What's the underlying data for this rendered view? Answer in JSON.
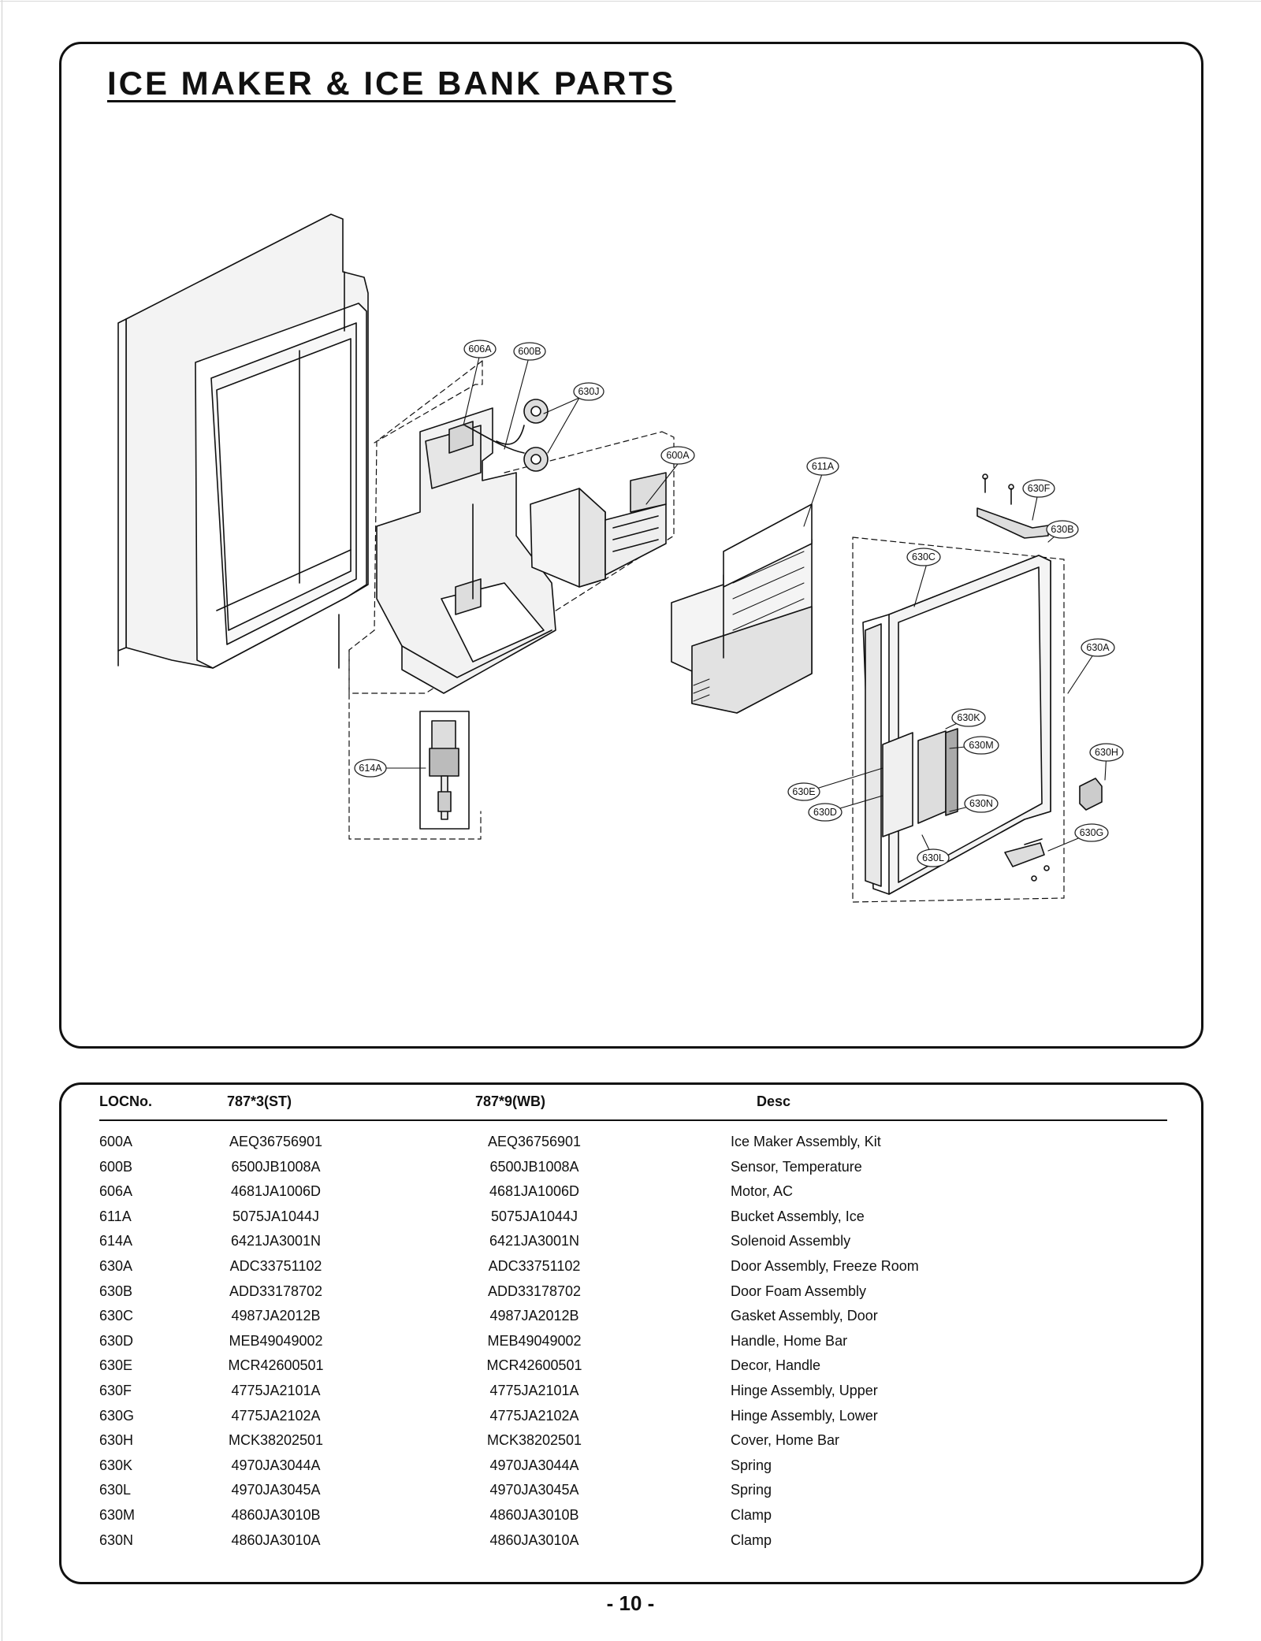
{
  "title": "ICE MAKER & ICE BANK PARTS",
  "diagram": {
    "callouts": [
      "606A",
      "600B",
      "630J",
      "600A",
      "611A",
      "630F",
      "630B",
      "630C",
      "630A",
      "630K",
      "630M",
      "630H",
      "630E",
      "630D",
      "630N",
      "630G",
      "630L",
      "614A"
    ]
  },
  "parts_table": {
    "headers": [
      "LOCNo.",
      "787*3(ST)",
      "787*9(WB)",
      "Desc"
    ],
    "rows": [
      [
        "600A",
        "AEQ36756901",
        "AEQ36756901",
        "Ice Maker Assembly, Kit"
      ],
      [
        "600B",
        "6500JB1008A",
        "6500JB1008A",
        "Sensor, Temperature"
      ],
      [
        "606A",
        "4681JA1006D",
        "4681JA1006D",
        "Motor, AC"
      ],
      [
        "611A",
        "5075JA1044J",
        "5075JA1044J",
        "Bucket Assembly, Ice"
      ],
      [
        "614A",
        "6421JA3001N",
        "6421JA3001N",
        "Solenoid Assembly"
      ],
      [
        "630A",
        "ADC33751102",
        "ADC33751102",
        "Door Assembly, Freeze Room"
      ],
      [
        "630B",
        "ADD33178702",
        "ADD33178702",
        "Door Foam Assembly"
      ],
      [
        "630C",
        "4987JA2012B",
        "4987JA2012B",
        "Gasket Assembly, Door"
      ],
      [
        "630D",
        "MEB49049002",
        "MEB49049002",
        "Handle, Home Bar"
      ],
      [
        "630E",
        "MCR42600501",
        "MCR42600501",
        "Decor, Handle"
      ],
      [
        "630F",
        "4775JA2101A",
        "4775JA2101A",
        "Hinge Assembly, Upper"
      ],
      [
        "630G",
        "4775JA2102A",
        "4775JA2102A",
        "Hinge Assembly, Lower"
      ],
      [
        "630H",
        "MCK38202501",
        "MCK38202501",
        "Cover, Home Bar"
      ],
      [
        "630K",
        "4970JA3044A",
        "4970JA3044A",
        "Spring"
      ],
      [
        "630L",
        "4970JA3045A",
        "4970JA3045A",
        "Spring"
      ],
      [
        "630M",
        "4860JA3010B",
        "4860JA3010B",
        "Clamp"
      ],
      [
        "630N",
        "4860JA3010A",
        "4860JA3010A",
        "Clamp"
      ]
    ]
  },
  "page_number": "- 10 -"
}
